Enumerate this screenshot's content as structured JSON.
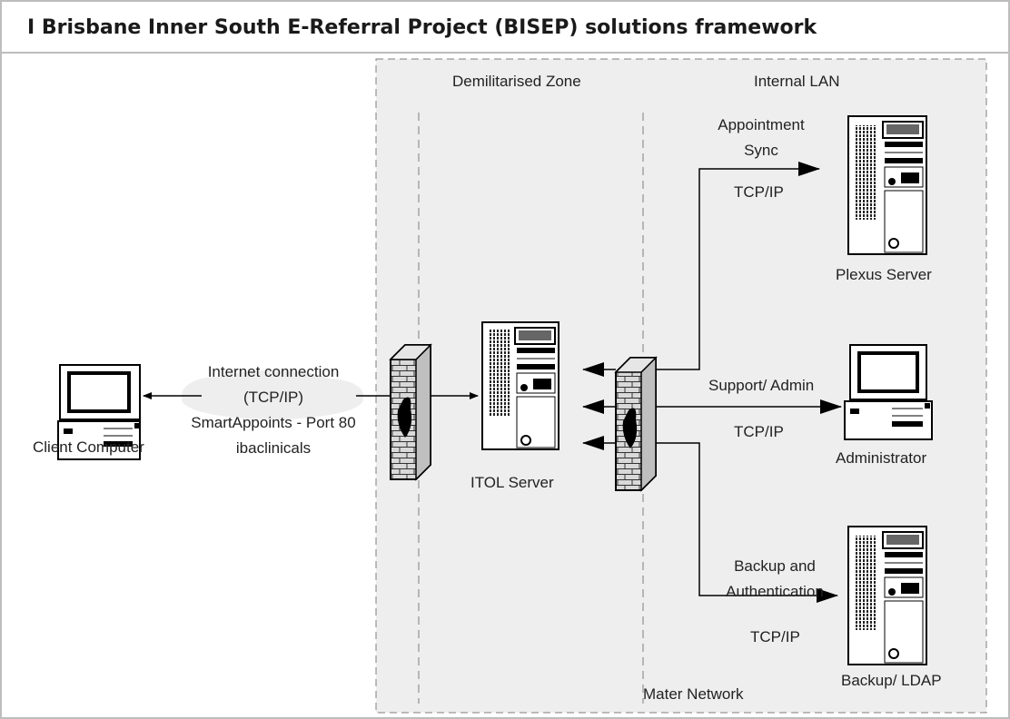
{
  "title": "I  Brisbane Inner South E-Referral Project (BISEP) solutions framework",
  "zones": {
    "dmz": "Demilitarised Zone",
    "lan": "Internal LAN",
    "network": "Mater Network"
  },
  "nodes": {
    "client": "Client Computer",
    "itol": "ITOL Server",
    "plexus": "Plexus Server",
    "admin": "Administrator",
    "backup": "Backup/ LDAP"
  },
  "links": {
    "internet_1": "Internet connection",
    "internet_2": "(TCP/IP)",
    "internet_3": "SmartAppoints - Port 80",
    "internet_4": "ibaclinicals",
    "appt_1": "Appointment",
    "appt_2": "Sync",
    "appt_proto": "TCP/IP",
    "support": "Support/ Admin",
    "support_proto": "TCP/IP",
    "backup_1": "Backup and",
    "backup_2": "Authentication",
    "backup_proto": "TCP/IP"
  }
}
